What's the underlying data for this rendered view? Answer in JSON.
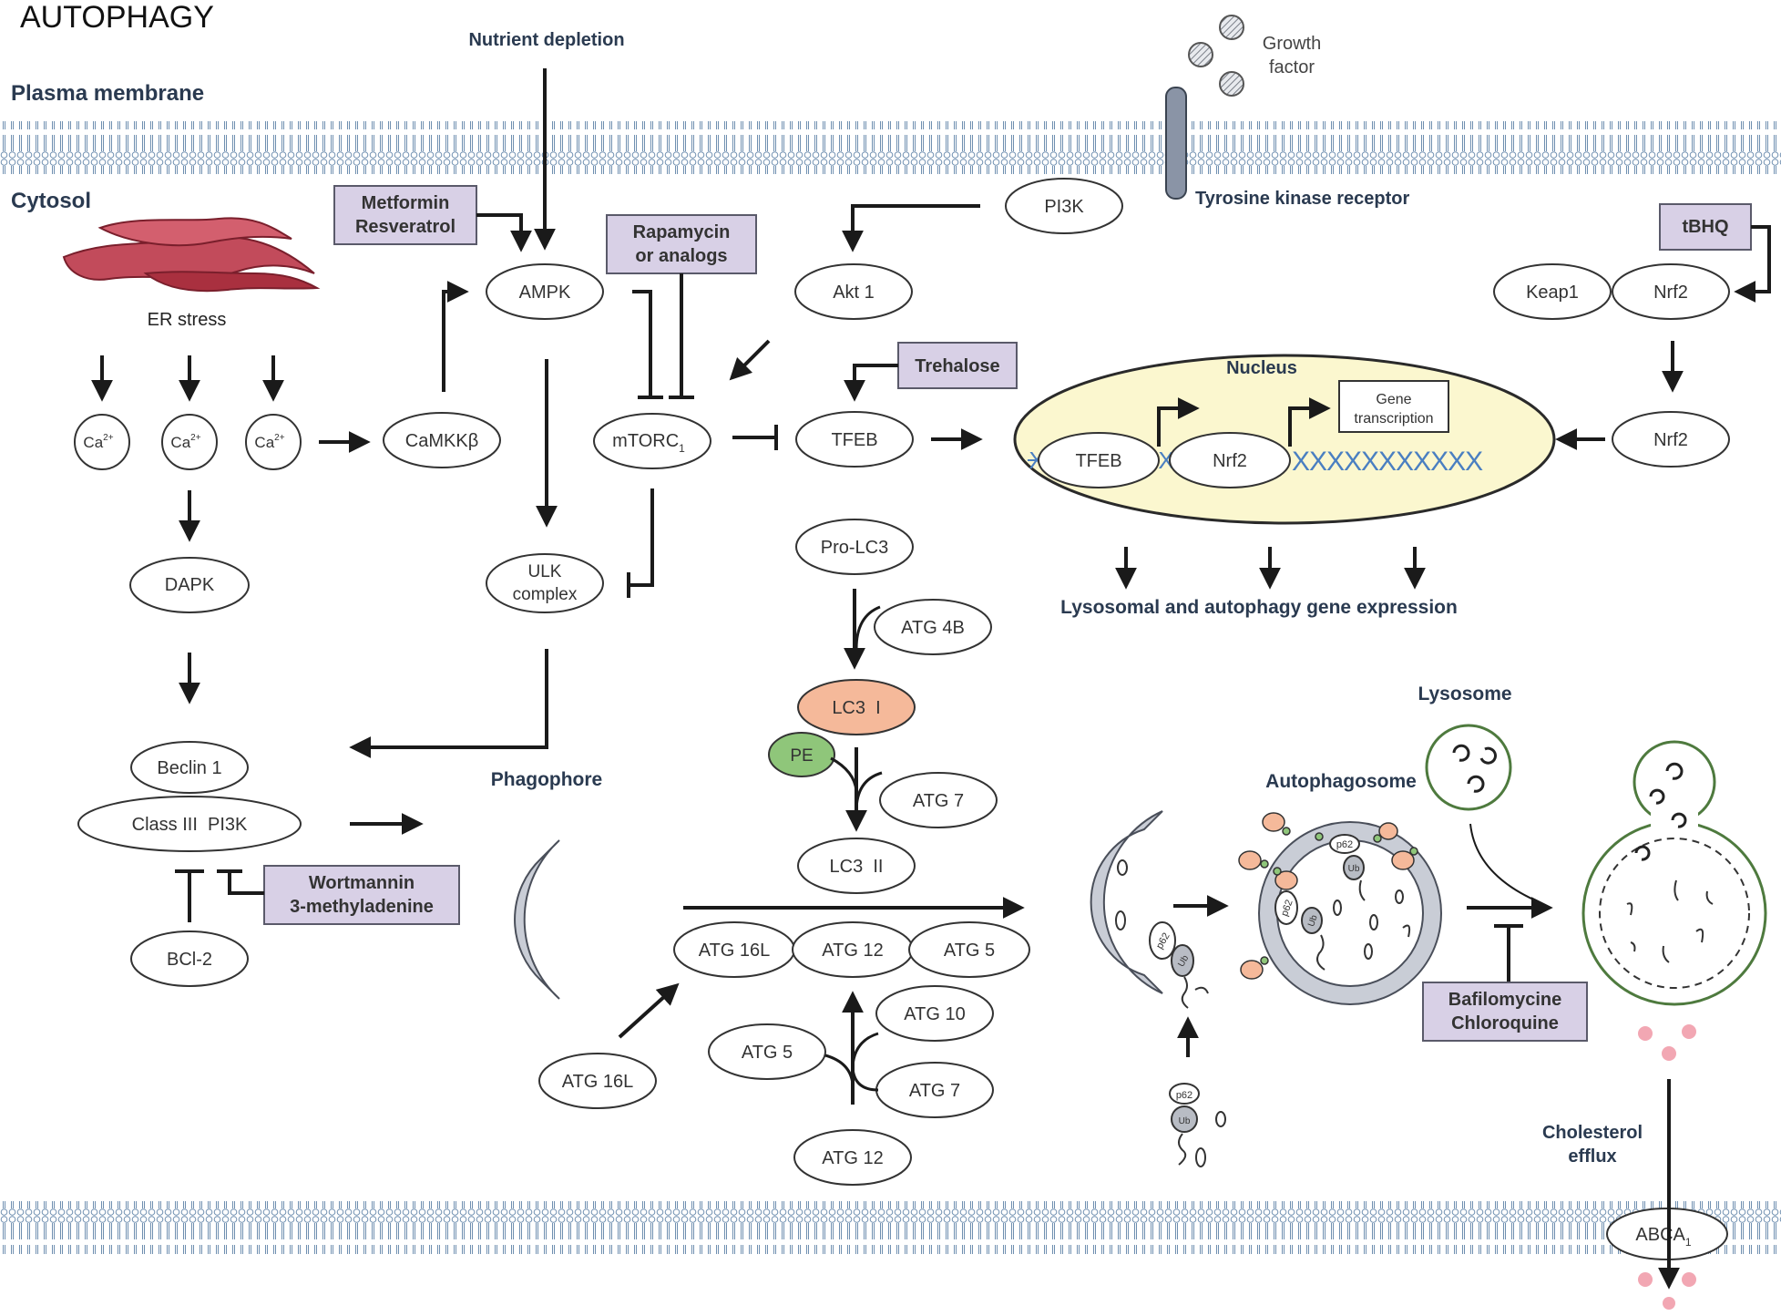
{
  "title": "AUTOPHAGY",
  "compartments": {
    "plasma_membrane": "Plasma membrane",
    "cytosol": "Cytosol",
    "nucleus": "Nucleus"
  },
  "stimuli": {
    "nutrient_depletion": "Nutrient depletion",
    "growth_factor": [
      "Growth",
      "factor"
    ],
    "tyrosine_kinase_receptor": "Tyrosine kinase receptor",
    "er_stress": "ER stress",
    "cholesterol_efflux": [
      "Cholesterol",
      "efflux"
    ]
  },
  "drugs": {
    "metformin": [
      "Metformin",
      "Resveratrol"
    ],
    "rapamycin": [
      "Rapamycin",
      "or analogs"
    ],
    "trehalose": "Trehalose",
    "tbhq": "tBHQ",
    "wortmannin": [
      "Wortmannin",
      "3-methyladenine"
    ],
    "bafilomycine": [
      "Bafilomycine",
      "Chloroquine"
    ]
  },
  "nodes": {
    "ampk": "AMPK",
    "pi3k": "PI3K",
    "akt1": "Akt 1",
    "keap1": "Keap1",
    "nrf2_top": "Nrf2",
    "nrf2_mid": "Nrf2",
    "ca1": "Ca",
    "ca2": "Ca",
    "ca3": "Ca",
    "ca_sup": "2+",
    "camkkb": "CaMKKβ",
    "mtorc": "mTORC",
    "mtorc_sub": "1",
    "tfeb": "TFEB",
    "dapk": "DAPK",
    "ulk": [
      "ULK",
      "complex"
    ],
    "beclin1": "Beclin 1",
    "class3_pi3k": "Class III  PI3K",
    "bcl2": "BCl-2",
    "pro_lc3": "Pro-LC3",
    "atg4b": "ATG 4B",
    "lc3_1": "LC3  I",
    "pe": "PE",
    "atg7_a": "ATG 7",
    "lc3_2": "LC3  II",
    "atg16l_a": "ATG 16L",
    "atg12_a": "ATG 12",
    "atg5_a": "ATG 5",
    "atg10": "ATG 10",
    "atg5_b": "ATG 5",
    "atg7_b": "ATG 7",
    "atg16l_b": "ATG 16L",
    "atg12_b": "ATG 12",
    "abca": "ABCA",
    "abca_sub": "1"
  },
  "nucleus": {
    "tfeb": "TFEB",
    "nrf2": "Nrf2",
    "gene_transcription": [
      "Gene",
      "transcription"
    ],
    "dna_marks": "XXXXXXXXXXX"
  },
  "outputs": {
    "gene_expression": "Lysosomal and autophagy gene expression"
  },
  "structures": {
    "phagophore": "Phagophore",
    "autophagosome": "Autophagosome",
    "lysosome": "Lysosome",
    "p62": "p62",
    "ub": "Ub"
  },
  "colors": {
    "drug_box_fill": "#d8d0e6",
    "drug_box_stroke": "#5a5a6a",
    "arrow": "#1a1a1a",
    "node_stroke": "#333333",
    "membrane": "#6f8fb0",
    "er": "#b23a4a",
    "nucleus_fill": "#fbf7cf",
    "nucleus_stroke": "#2a2a2a",
    "lc3i_fill": "#f5b99a",
    "pe_fill": "#8fc67a",
    "phagophore_fill": "#c9cdd6",
    "lysosome_stroke": "#4e7a3e",
    "cholesterol_dots": "#f2a7b3",
    "dna": "#4a7fc1"
  }
}
